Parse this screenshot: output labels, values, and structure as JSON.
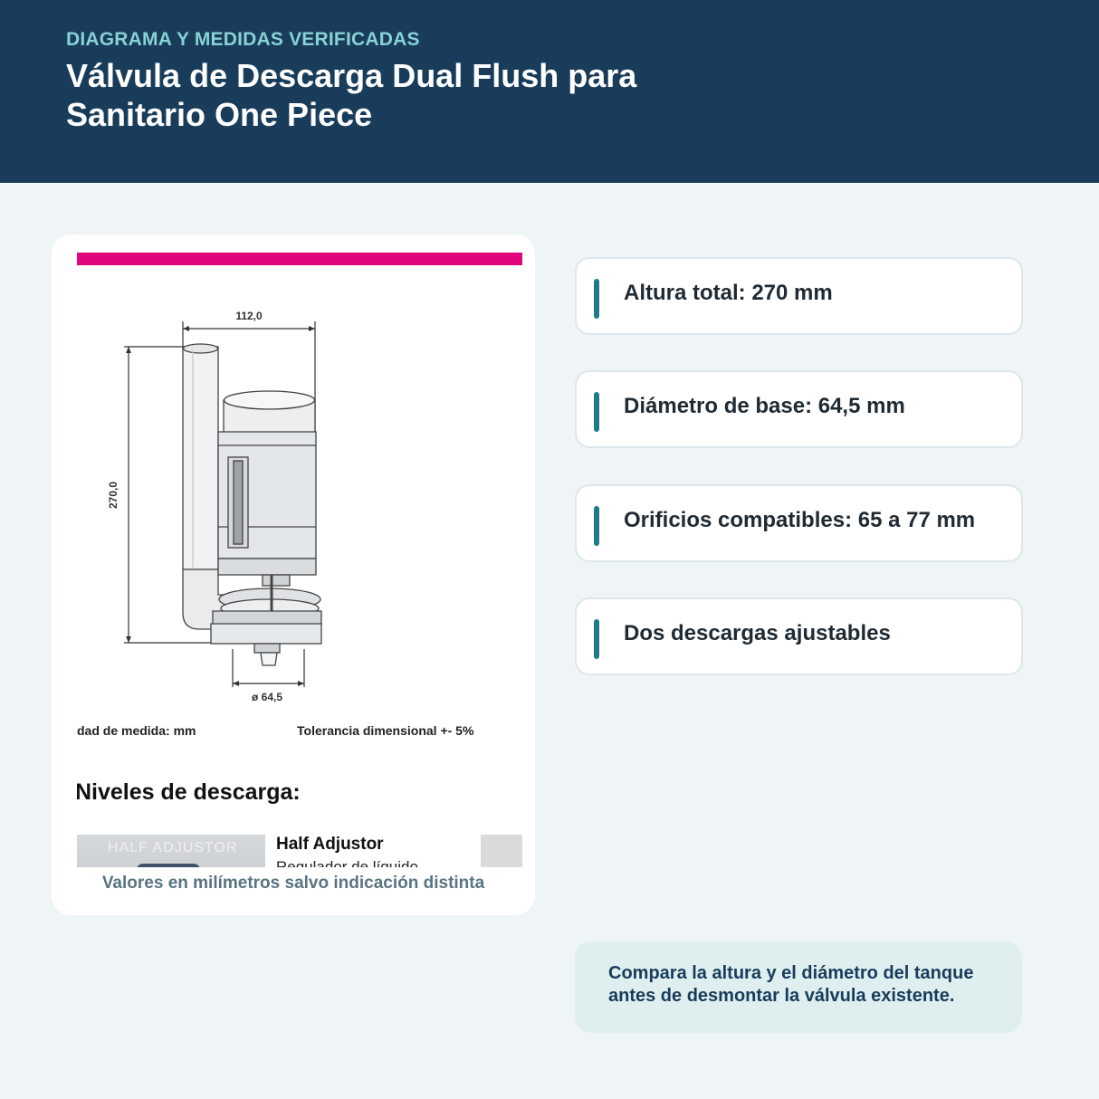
{
  "header": {
    "eyebrow": "DIAGRAMA Y MEDIDAS VERIFICADAS",
    "title": "Válvula de Descarga Dual Flush para Sanitario One Piece"
  },
  "photo": {
    "dim_width": "112,0",
    "dim_height": "270,0",
    "dim_base": "ø 64,5",
    "unit_note": "dad de medida: mm",
    "tolerance_note": "Tolerancia dimensional +- 5%",
    "levels_heading": "Niveles de descarga:",
    "thumb_text": "HALF ADJUSTOR",
    "item_title": "Half Adjustor",
    "item_subtitle": "Regulador de líquido"
  },
  "caption": "Valores en milímetros salvo indicación distinta",
  "specs": [
    {
      "label": "Altura total: 270 mm"
    },
    {
      "label": "Diámetro de base: 64,5 mm"
    },
    {
      "label": "Orificios compatibles: 65 a 77 mm"
    },
    {
      "label": "Dos descargas ajustables"
    }
  ],
  "tip": "Compara la altura y el diámetro del tanque antes de desmontar la válvula existente.",
  "colors": {
    "header_bg": "#183c5a",
    "eyebrow": "#88d1d4",
    "accent": "#1f7c86",
    "pink_bar": "#e2067e",
    "page_bg": "#eff5f6"
  }
}
